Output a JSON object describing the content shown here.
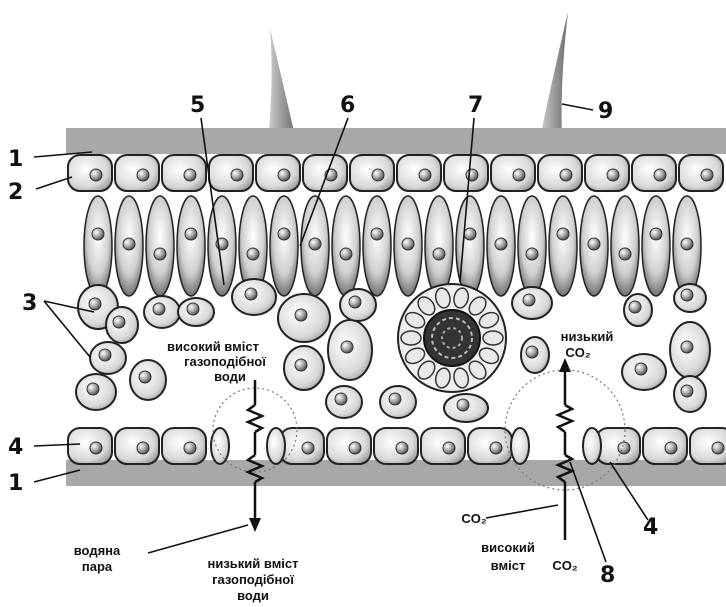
{
  "colors": {
    "cuticle": "#9a9a9a",
    "cell_fill": "#e6e6e6",
    "cell_dark": "#6e6e6e",
    "nucleus": "#9b9b9b",
    "hair": "#8a8a8a",
    "ink": "#111111"
  },
  "labels": {
    "n1": "1",
    "n2": "2",
    "n3": "3",
    "n4": "4",
    "n5": "5",
    "n6": "6",
    "n7": "7",
    "n8": "8",
    "n9": "9"
  },
  "annotations": {
    "high_water_line1": "високий вміст",
    "high_water_line2": "газоподібної",
    "high_water_line3": "води",
    "low_co2_line1": "низький",
    "low_co2_line2": "CO₂",
    "co2_small": "CO₂",
    "water_vapor_line1": "водяна",
    "water_vapor_line2": "пара",
    "low_water_line1": "низький  вміст",
    "low_water_line2": "газоподібної",
    "low_water_line3": "води",
    "high_co2_line1": "високий",
    "high_co2_line2": "вміст",
    "high_co2_line3": "CO₂"
  }
}
